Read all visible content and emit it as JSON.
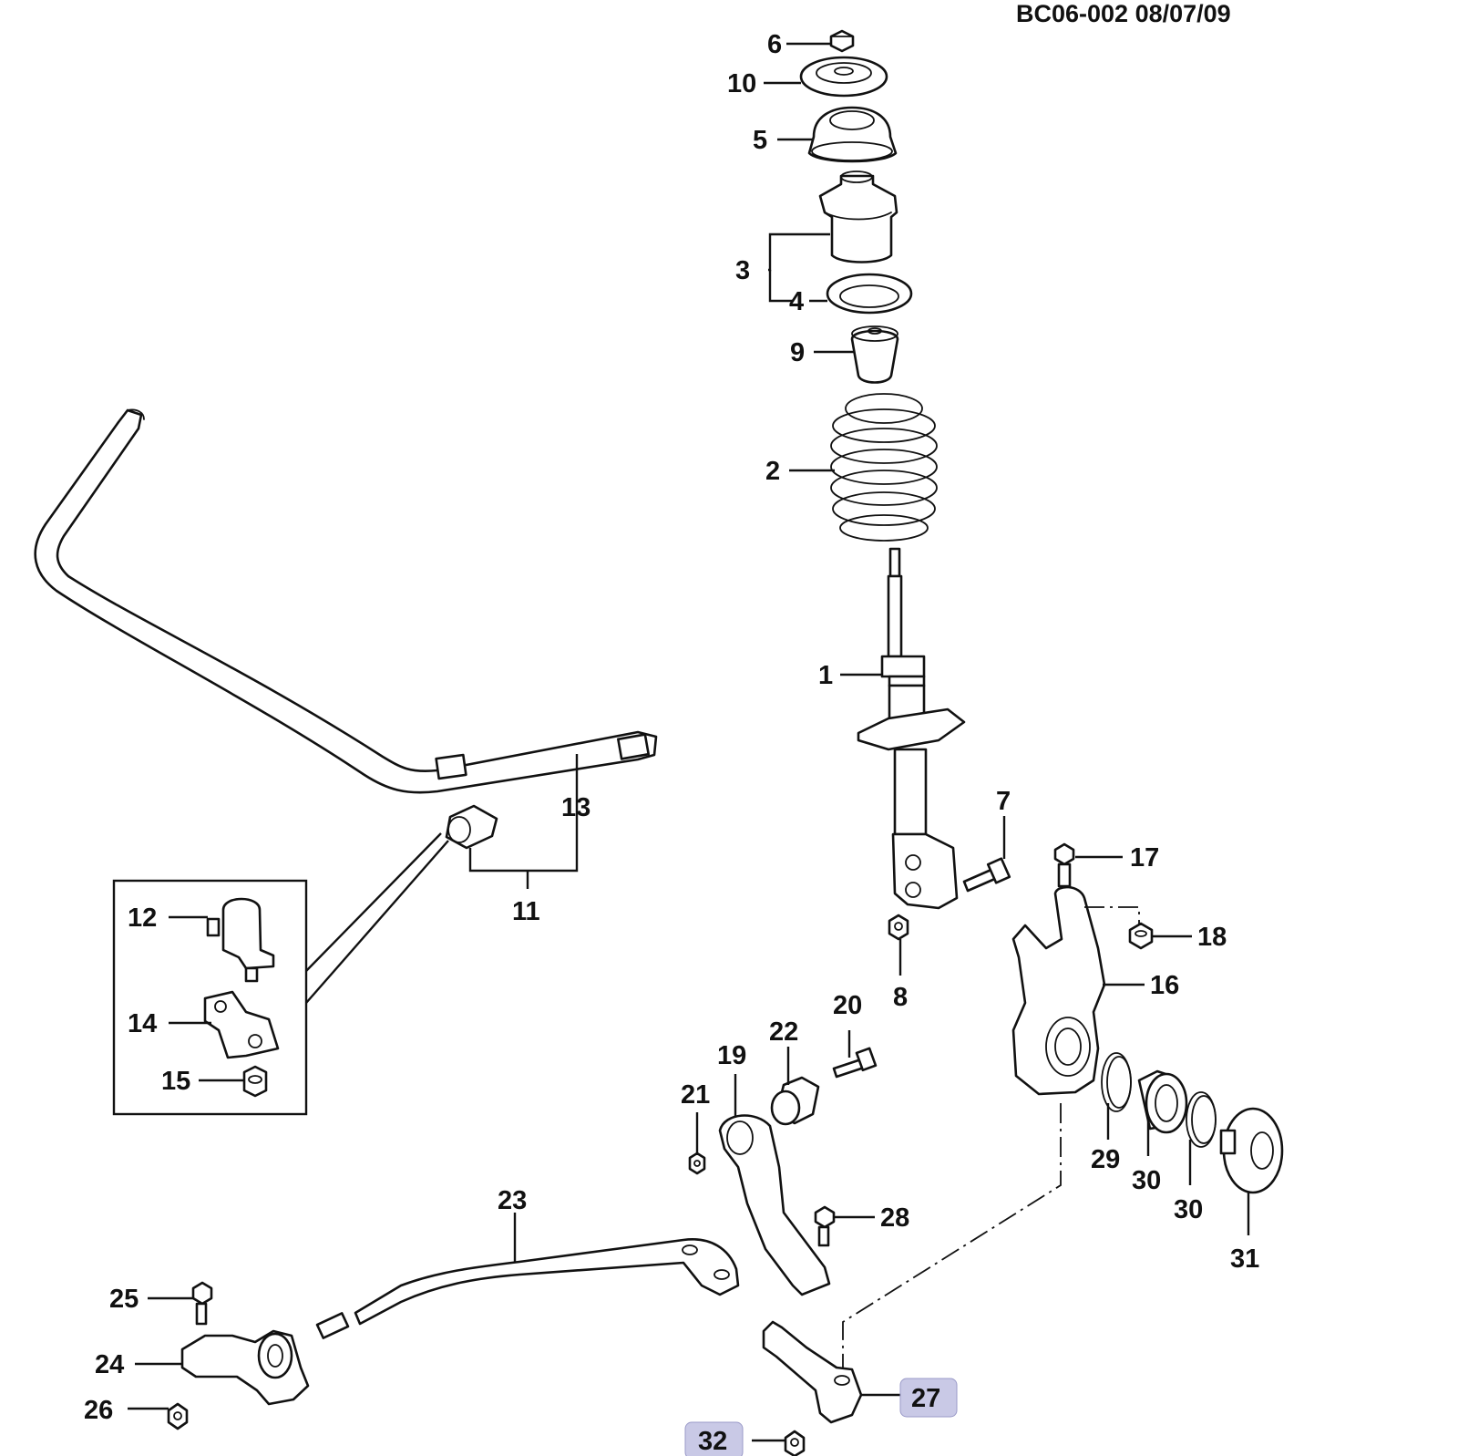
{
  "document": {
    "id": "BC06-002 08/07/09"
  },
  "callouts": {
    "c1": "1",
    "c2": "2",
    "c3": "3",
    "c4": "4",
    "c5": "5",
    "c6": "6",
    "c7": "7",
    "c8": "8",
    "c9": "9",
    "c10": "10",
    "c11": "11",
    "c12": "12",
    "c13": "13",
    "c14": "14",
    "c15": "15",
    "c16": "16",
    "c17": "17",
    "c18": "18",
    "c19": "19",
    "c20": "20",
    "c21": "21",
    "c22": "22",
    "c23": "23",
    "c24": "24",
    "c25": "25",
    "c26": "26",
    "c27": "27",
    "c28": "28",
    "c29": "29",
    "c30a": "30",
    "c30b": "30",
    "c31": "31",
    "c32": "32"
  },
  "highlighted_callouts": [
    "27",
    "32"
  ],
  "colors": {
    "line": "#111111",
    "highlight": "#c9c9e6"
  }
}
